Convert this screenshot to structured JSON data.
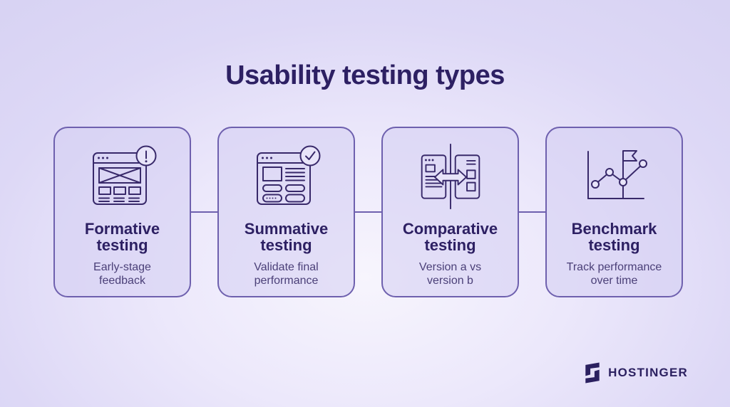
{
  "title": "Usability testing types",
  "cards": [
    {
      "id": "formative",
      "heading": {
        "line1": "Formative",
        "line2": "testing"
      },
      "subtitle": {
        "line1": "Early-stage",
        "line2": "feedback"
      },
      "icon": "wireframe-alert-icon"
    },
    {
      "id": "summative",
      "heading": {
        "line1": "Summative",
        "line2": "testing"
      },
      "subtitle": {
        "line1": "Validate final",
        "line2": "performance"
      },
      "icon": "form-checkmark-icon"
    },
    {
      "id": "comparative",
      "heading": {
        "line1": "Comparative",
        "line2": "testing"
      },
      "subtitle": {
        "line1": "Version a vs",
        "line2": "version b"
      },
      "icon": "ab-comparison-arrow-icon"
    },
    {
      "id": "benchmark",
      "heading": {
        "line1": "Benchmark",
        "line2": "testing"
      },
      "subtitle": {
        "line1": "Track performance",
        "line2": "over time"
      },
      "icon": "line-chart-flag-icon"
    }
  ],
  "footer": {
    "brand": "HOSTINGER"
  },
  "colors": {
    "background_center": "#f7f5fd",
    "background_edge": "#d8d3f3",
    "card_fill": "rgba(212,205,242,0.55)",
    "card_border": "#6e60ae",
    "icon_stroke": "#38296a",
    "heading_text": "#2d2063",
    "subtitle_text": "#4b4078",
    "logo_color": "#2b2060"
  }
}
